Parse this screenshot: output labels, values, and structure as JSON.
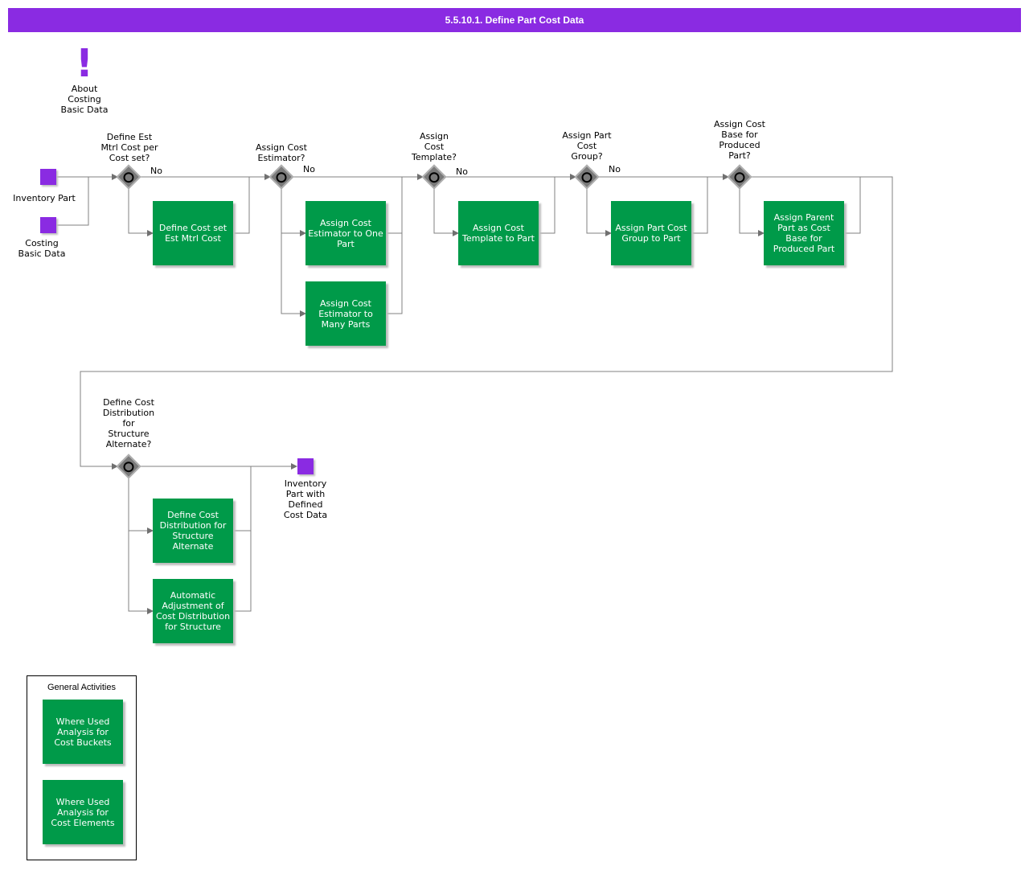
{
  "title": "5.5.10.1. Define Part Cost Data",
  "note": {
    "label": "About\nCosting\nBasic Data"
  },
  "events": {
    "inventory_part": "Inventory Part",
    "costing_basic_data": "Costing\nBasic Data",
    "end_event": "Inventory\nPart with\nDefined\nCost Data"
  },
  "gateways": {
    "g1": {
      "question": "Define Est\nMtrl Cost per\nCost set?",
      "no": "No"
    },
    "g2": {
      "question": "Assign Cost\nEstimator?",
      "no": "No"
    },
    "g3": {
      "question": "Assign\nCost\nTemplate?",
      "no": "No"
    },
    "g4": {
      "question": "Assign Part\nCost\nGroup?",
      "no": "No"
    },
    "g5": {
      "question": "Assign Cost\nBase for\nProduced\nPart?"
    },
    "g6": {
      "question": "Define Cost\nDistribution\nfor\nStructure\nAlternate?"
    }
  },
  "tasks": {
    "t1": "Define Cost set\nEst Mtrl Cost",
    "t2": "Assign Cost\nEstimator to One\nPart",
    "t3": "Assign Cost\nEstimator to\nMany Parts",
    "t4": "Assign Cost\nTemplate to Part",
    "t5": "Assign Part Cost\nGroup to Part",
    "t6": "Assign Parent\nPart as Cost\nBase for\nProduced Part",
    "t7": "Define Cost\nDistribution for\nStructure\nAlternate",
    "t8": "Automatic\nAdjustment of\nCost Distribution\nfor Structure"
  },
  "general_activities": {
    "title": "General Activities",
    "items": [
      "Where Used\nAnalysis for\nCost Buckets",
      "Where Used\nAnalysis for\nCost Elements"
    ]
  },
  "colors": {
    "header": "#8a2be2",
    "task": "#009a49",
    "event": "#8a2be2",
    "gateway": "#7a7a7a"
  }
}
